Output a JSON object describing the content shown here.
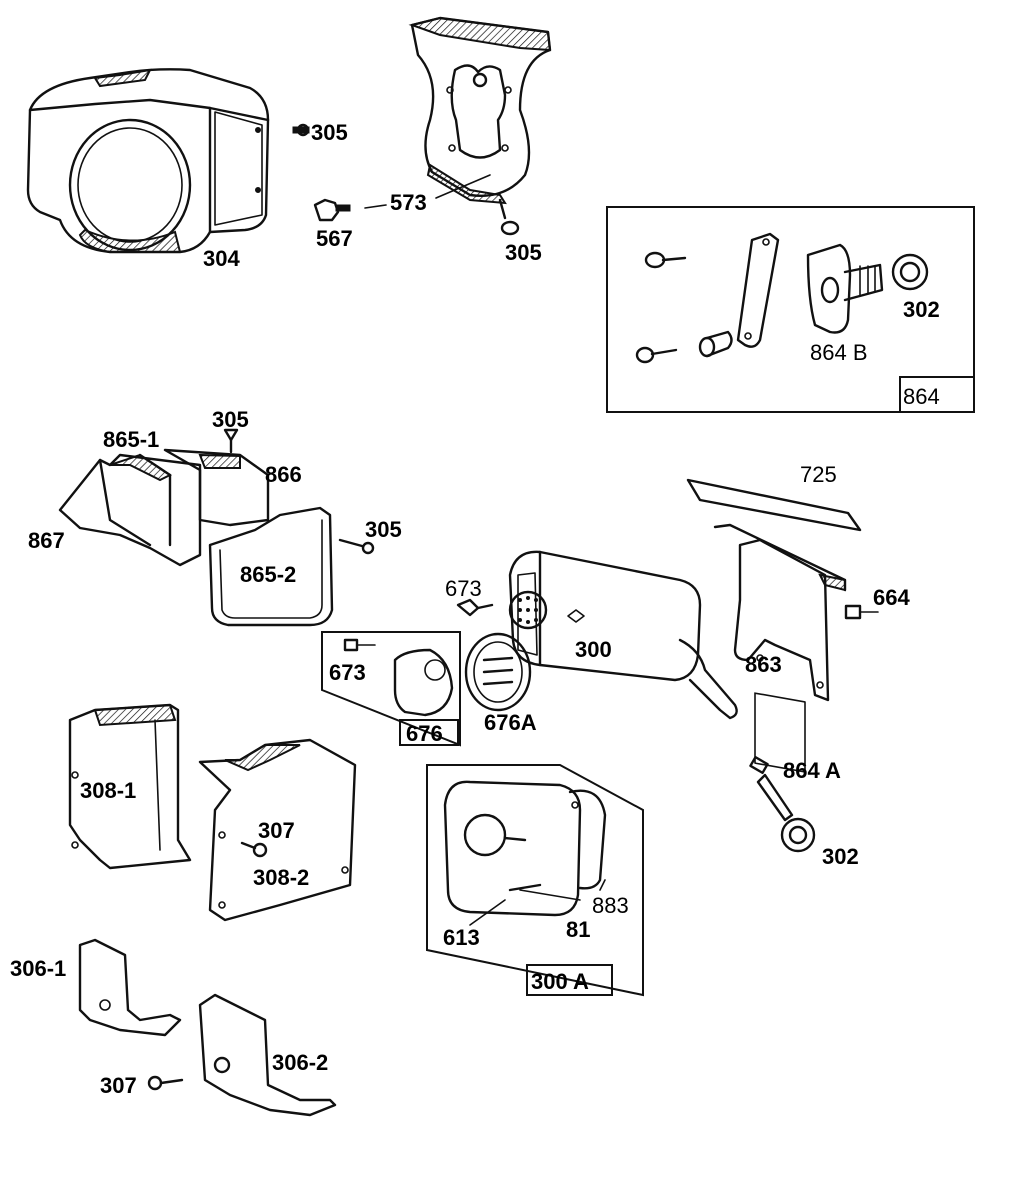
{
  "diagram": {
    "labels": {
      "p304": "304",
      "p305_a": "305",
      "p567": "567",
      "p573": "573",
      "p305_b": "305",
      "p302_a": "302",
      "p864b": "864 B",
      "p864": "864",
      "p305_c": "305",
      "p865_1": "865-1",
      "p866": "866",
      "p867": "867",
      "p305_d": "305",
      "p865_2": "865-2",
      "p725": "725",
      "p673_a": "673",
      "p673_b": "673",
      "p664": "664",
      "p300": "300",
      "p863": "863",
      "p676": "676",
      "p676a": "676A",
      "p864a": "864 A",
      "p302_b": "302",
      "p308_1": "308-1",
      "p307_a": "307",
      "p308_2": "308-2",
      "p883": "883",
      "p613": "613",
      "p81": "81",
      "p300a": "300 A",
      "p306_1": "306-1",
      "p306_2": "306-2",
      "p307_b": "307"
    }
  }
}
